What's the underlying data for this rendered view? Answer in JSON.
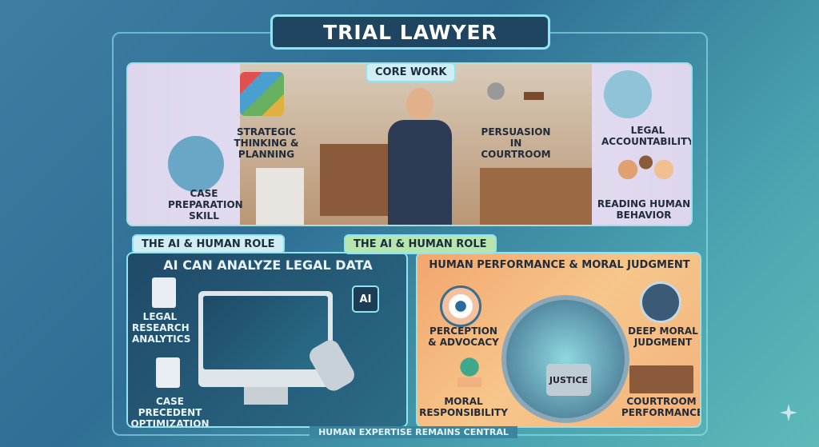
{
  "title": "TRIAL LAWYER",
  "core": {
    "label": "CORE WORK",
    "items": [
      {
        "label": "CASE PREPARATION SKILL",
        "icon": "stacked-books-icon"
      },
      {
        "label": "STRATEGIC THINKING & PLANNING",
        "icon": "puzzle-icon"
      },
      {
        "label": "PERSUASION IN COURTROOM",
        "icon": "microphone-gavel-icon"
      },
      {
        "label": "LEGAL ACCOUNTABILITY",
        "icon": "shield-scales-icon"
      },
      {
        "label": "READING HUMAN BEHAVIOR",
        "icon": "faces-icon"
      }
    ]
  },
  "ai": {
    "tag": "THE AI & HUMAN ROLE",
    "heading": "AI CAN ANALYZE LEGAL DATA",
    "chip": "AI",
    "items": [
      {
        "label": "LEGAL RESEARCH ANALYTICS",
        "icon": "document-magnifier-icon"
      },
      {
        "label": "CASE PRECEDENT OPTIMIZATION",
        "icon": "document-pen-icon"
      }
    ]
  },
  "human": {
    "tag": "THE AI & HUMAN ROLE",
    "heading": "HUMAN PERFORMANCE & MORAL JUDGMENT",
    "lock_text": "JUSTICE",
    "items": [
      {
        "label": "PERCEPTION & ADVOCACY",
        "icon": "eye-icon"
      },
      {
        "label": "DEEP MORAL JUDGMENT",
        "icon": "gavel-icon"
      },
      {
        "label": "MORAL RESPONSIBILITY",
        "icon": "handshake-icon"
      },
      {
        "label": "COURTROOM PERFORMANCE",
        "icon": "courtroom-icon"
      }
    ]
  },
  "footer": "HUMAN EXPERTISE REMAINS CENTRAL",
  "colors": {
    "core_bg": "#e3dcef",
    "ai_bg": "#224e6c",
    "human_bg": "#f4b57c",
    "tag_green": "#b6e6b0",
    "tag_blue": "#cfeef4"
  }
}
